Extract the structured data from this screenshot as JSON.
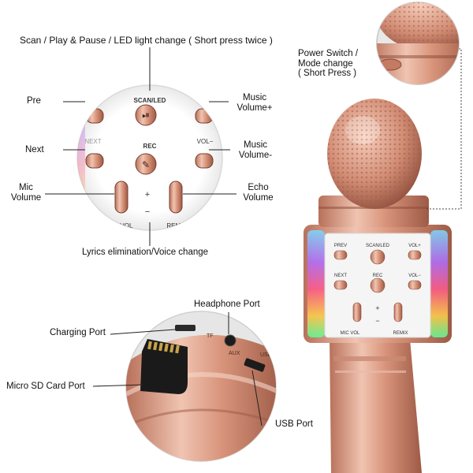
{
  "callouts": {
    "scan_play_pause": "Scan / Play & Pause / LED light change ( Short press twice )",
    "power_switch": "Power Switch /\nMode change\n( Short Press )",
    "pre": "Pre",
    "music_volume_up": "Music\nVolume+",
    "next": "Next",
    "music_volume_down": "Music\nVolume-",
    "mic_volume": "Mic\nVolume",
    "echo_volume": "Echo\nVolume",
    "lyrics_elimination": "Lyrics elimination/Voice change",
    "headphone_port": "Headphone Port",
    "charging_port": "Charging Port",
    "micro_sd_card_port": "Micro SD Card Port",
    "usb_port": "USB Port"
  },
  "button_labels": {
    "scan_led": "SCAN/LED",
    "rec": "REC",
    "prev": "PREV",
    "next": "NEXT",
    "vol_up": "VOL+",
    "vol_down": "VOL−",
    "mic_vol": "MIC VOL",
    "remix": "REMIX",
    "plus": "+",
    "minus": "−"
  },
  "port_labels": {
    "tf": "TF",
    "usb": "USB",
    "aux": "AUX"
  },
  "colors": {
    "rose_gold": "#d9a08a",
    "rose_gold_dark": "#a8624c",
    "rose_gold_light": "#f3d2c3",
    "panel_white": "#f4f4f4",
    "leader_line": "#222222"
  }
}
